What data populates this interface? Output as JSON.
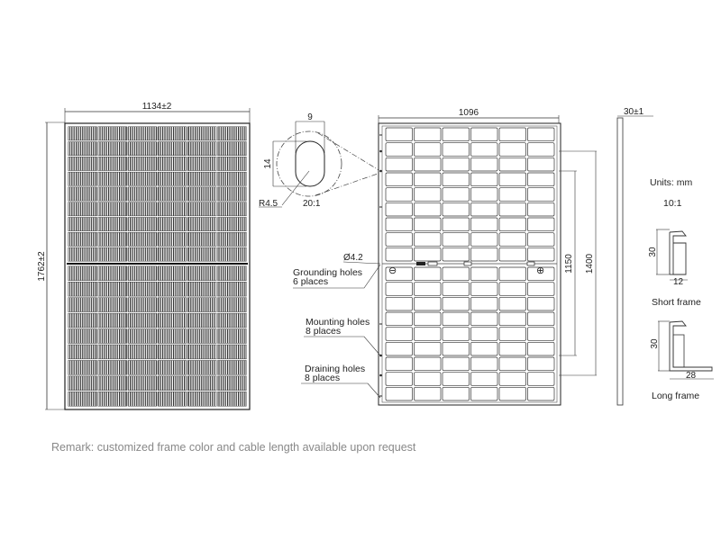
{
  "front_view": {
    "width_label": "1134±2",
    "height_label": "1762±2",
    "columns": 6,
    "rows_per_half": 9
  },
  "rear_view": {
    "width_label": "1096",
    "dim_1150": "1150",
    "dim_1400": "1400",
    "hole_diameter": "Ø4.2",
    "grounding_label_1": "Grounding holes",
    "grounding_label_2": "6 places",
    "mounting_label_1": "Mounting holes",
    "mounting_label_2": "8 places",
    "draining_label_1": "Draining holes",
    "draining_label_2": "8 places",
    "minus_symbol": "⊖",
    "plus_symbol": "⊕",
    "columns": 6,
    "rows_per_half": 9
  },
  "detail": {
    "width_label": "9",
    "height_label": "14",
    "radius_label": "R4.5",
    "scale": "20:1"
  },
  "side_view": {
    "thickness_label": "30±1"
  },
  "legend": {
    "units": "Units: mm",
    "scale": "10:1"
  },
  "short_frame": {
    "height_label": "30",
    "width_label": "12",
    "caption": "Short frame"
  },
  "long_frame": {
    "height_label": "30",
    "width_label": "28",
    "caption": "Long frame"
  },
  "remark": "Remark: customized frame color and cable length available upon request"
}
